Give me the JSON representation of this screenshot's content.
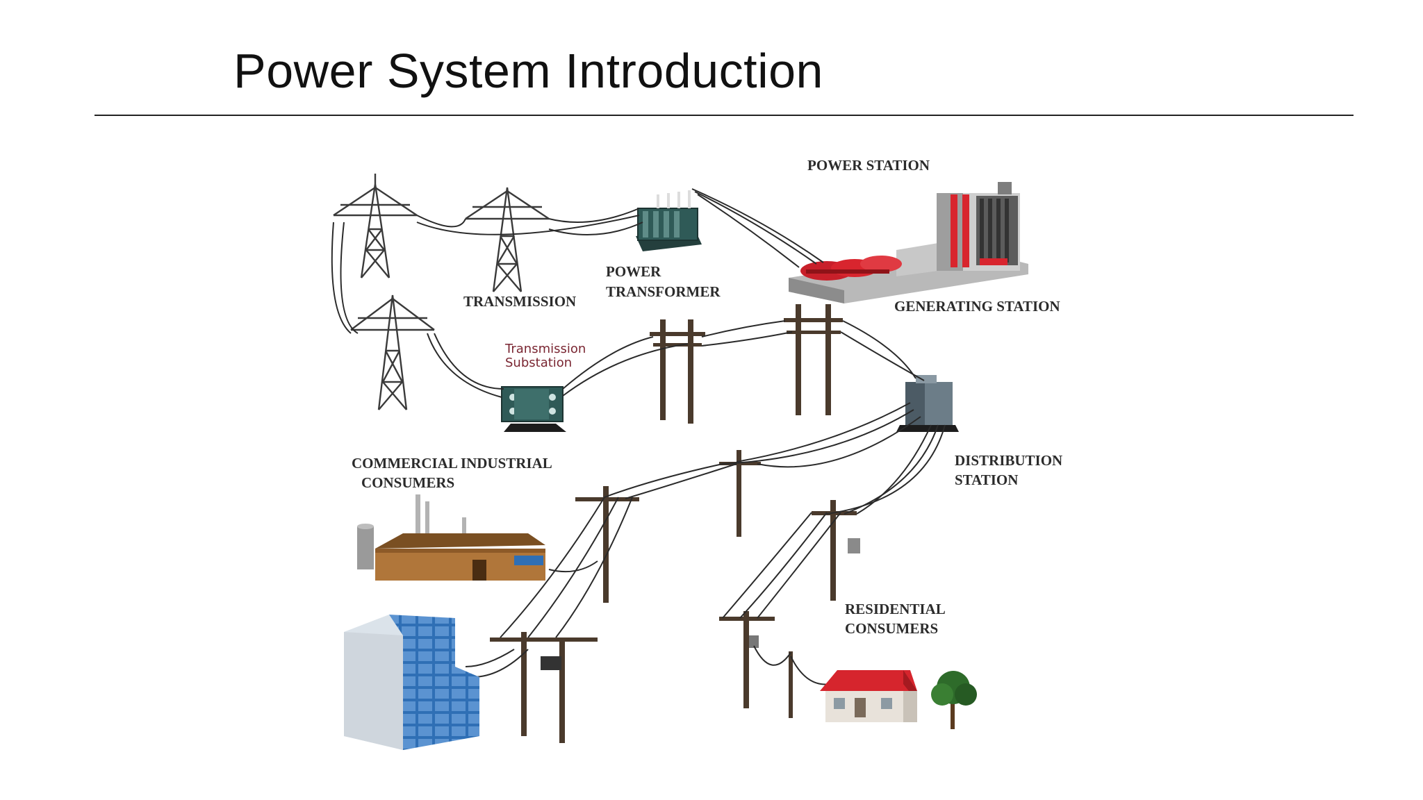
{
  "slide": {
    "title": "Power System Introduction"
  },
  "diagram": {
    "labels": {
      "power_station": "POWER STATION",
      "generating_station": "GENERATING STATION",
      "power_transformer_line1": "POWER",
      "power_transformer_line2": "TRANSFORMER",
      "transmission": "TRANSMISSION",
      "transmission_substation_line1": "Transmission",
      "transmission_substation_line2": "Substation",
      "commercial_line1": "COMMERCIAL INDUSTRIAL",
      "commercial_line2": "CONSUMERS",
      "distribution_line1": "DISTRIBUTION",
      "distribution_line2": "STATION",
      "residential_line1": "RESIDENTIAL",
      "residential_line2": "CONSUMERS"
    },
    "colors": {
      "accent_red": "#d8252e",
      "transformer_teal": "#2f5a57",
      "factory_brown": "#b0763a",
      "building_blue": "#2f6fb5",
      "pole_brown": "#4a3a2c"
    }
  }
}
